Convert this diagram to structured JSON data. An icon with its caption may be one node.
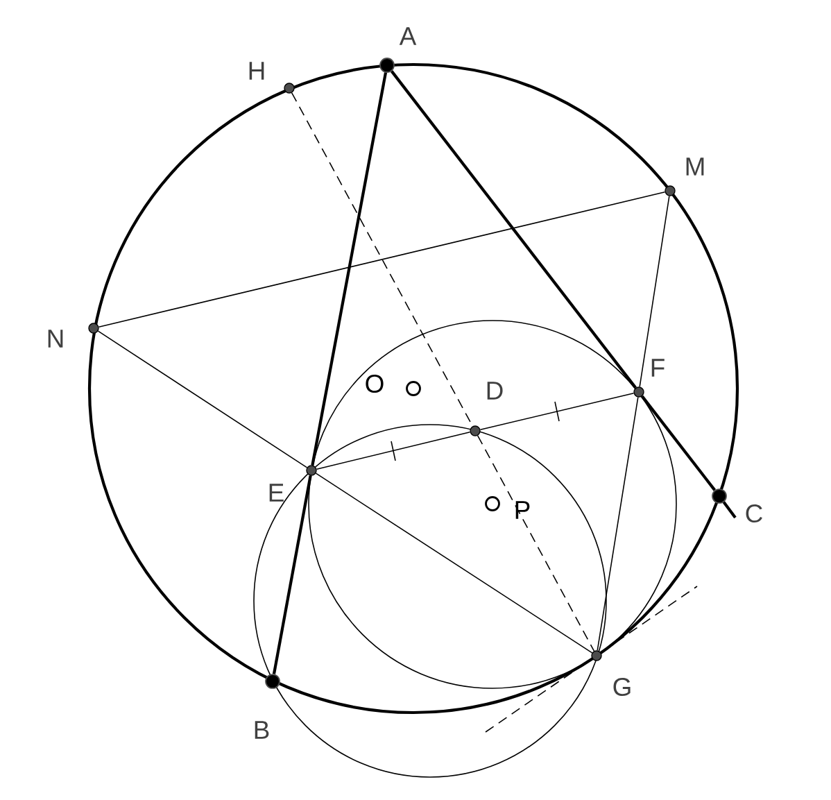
{
  "diagram": {
    "nodes": [
      {
        "text": [
          "A"
        ]
      },
      {
        "text": [
          "H"
        ]
      },
      {
        "text": [
          "M"
        ]
      },
      {
        "text": [
          "N"
        ]
      },
      {
        "text": [
          "O"
        ]
      },
      {
        "text": [
          "D"
        ]
      },
      {
        "text": [
          "F"
        ]
      },
      {
        "text": [
          "E"
        ]
      },
      {
        "text": [
          "P"
        ]
      },
      {
        "text": [
          "C"
        ]
      },
      {
        "text": [
          "G"
        ]
      },
      {
        "text": [
          "B"
        ]
      }
    ],
    "edges": [
      {
        "from": 0,
        "to": 7,
        "arrow": "none",
        "style": "thick"
      },
      {
        "from": 7,
        "to": 11,
        "arrow": "none",
        "style": "thick"
      },
      {
        "from": 0,
        "to": 6,
        "arrow": "none",
        "style": "thick"
      },
      {
        "from": 6,
        "to": 9,
        "arrow": "none",
        "style": "thick"
      },
      {
        "from": 3,
        "to": 2,
        "arrow": "none"
      },
      {
        "from": 3,
        "to": 7,
        "arrow": "none"
      },
      {
        "from": 7,
        "to": 10,
        "arrow": "none"
      },
      {
        "from": 7,
        "to": 5,
        "arrow": "none"
      },
      {
        "from": 5,
        "to": 6,
        "arrow": "none"
      },
      {
        "from": 2,
        "to": 6,
        "arrow": "none"
      },
      {
        "from": 6,
        "to": 10,
        "arrow": "none"
      },
      {
        "from": 1,
        "to": 5,
        "arrow": "none",
        "style": "dashed"
      },
      {
        "from": 5,
        "to": 10,
        "arrow": "none",
        "style": "dashed"
      }
    ]
  }
}
